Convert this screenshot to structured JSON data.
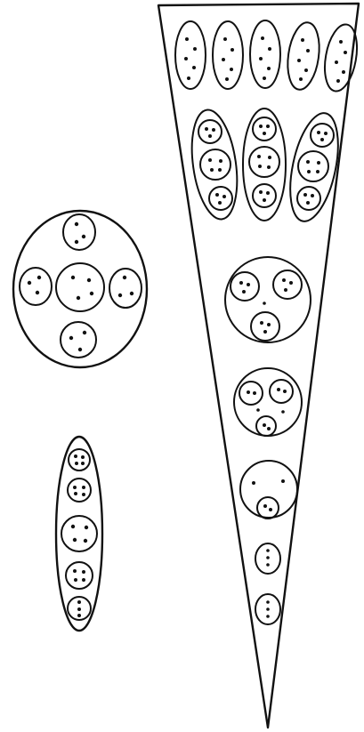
{
  "figure": {
    "ink_color": "#111111",
    "paper_color": "#ffffff",
    "groups": [
      {
        "id": "cross-group",
        "shape": "large-circle-enclosure",
        "cells": [
          {
            "position": "top",
            "dots": 3
          },
          {
            "position": "left",
            "dots": 3
          },
          {
            "position": "center",
            "dots": 4
          },
          {
            "position": "right",
            "dots": 3
          },
          {
            "position": "bottom",
            "dots": 3
          }
        ]
      },
      {
        "id": "linear-chain",
        "shape": "elongated-enclosure",
        "cells": [
          {
            "position": "1",
            "dots": 4
          },
          {
            "position": "2",
            "dots": 4
          },
          {
            "position": "3",
            "dots": 4
          },
          {
            "position": "4",
            "dots": 4
          },
          {
            "position": "5",
            "dots": 3
          }
        ]
      },
      {
        "id": "funnel-sequence",
        "shape": "inverted-triangle",
        "rows": [
          {
            "row": 1,
            "kind": "spindle-cells",
            "count": 5
          },
          {
            "row": 2,
            "kind": "three-cell-chains",
            "count": 3
          },
          {
            "row": 3,
            "kind": "circle-with-three-cells",
            "count": 1
          },
          {
            "row": 4,
            "kind": "circle-with-three-cells",
            "count": 1
          },
          {
            "row": 5,
            "kind": "circle-with-one-cell",
            "count": 1
          },
          {
            "row": 6,
            "kind": "single-small-cell",
            "count": 1
          },
          {
            "row": 7,
            "kind": "single-small-cell",
            "count": 1
          }
        ]
      }
    ]
  }
}
